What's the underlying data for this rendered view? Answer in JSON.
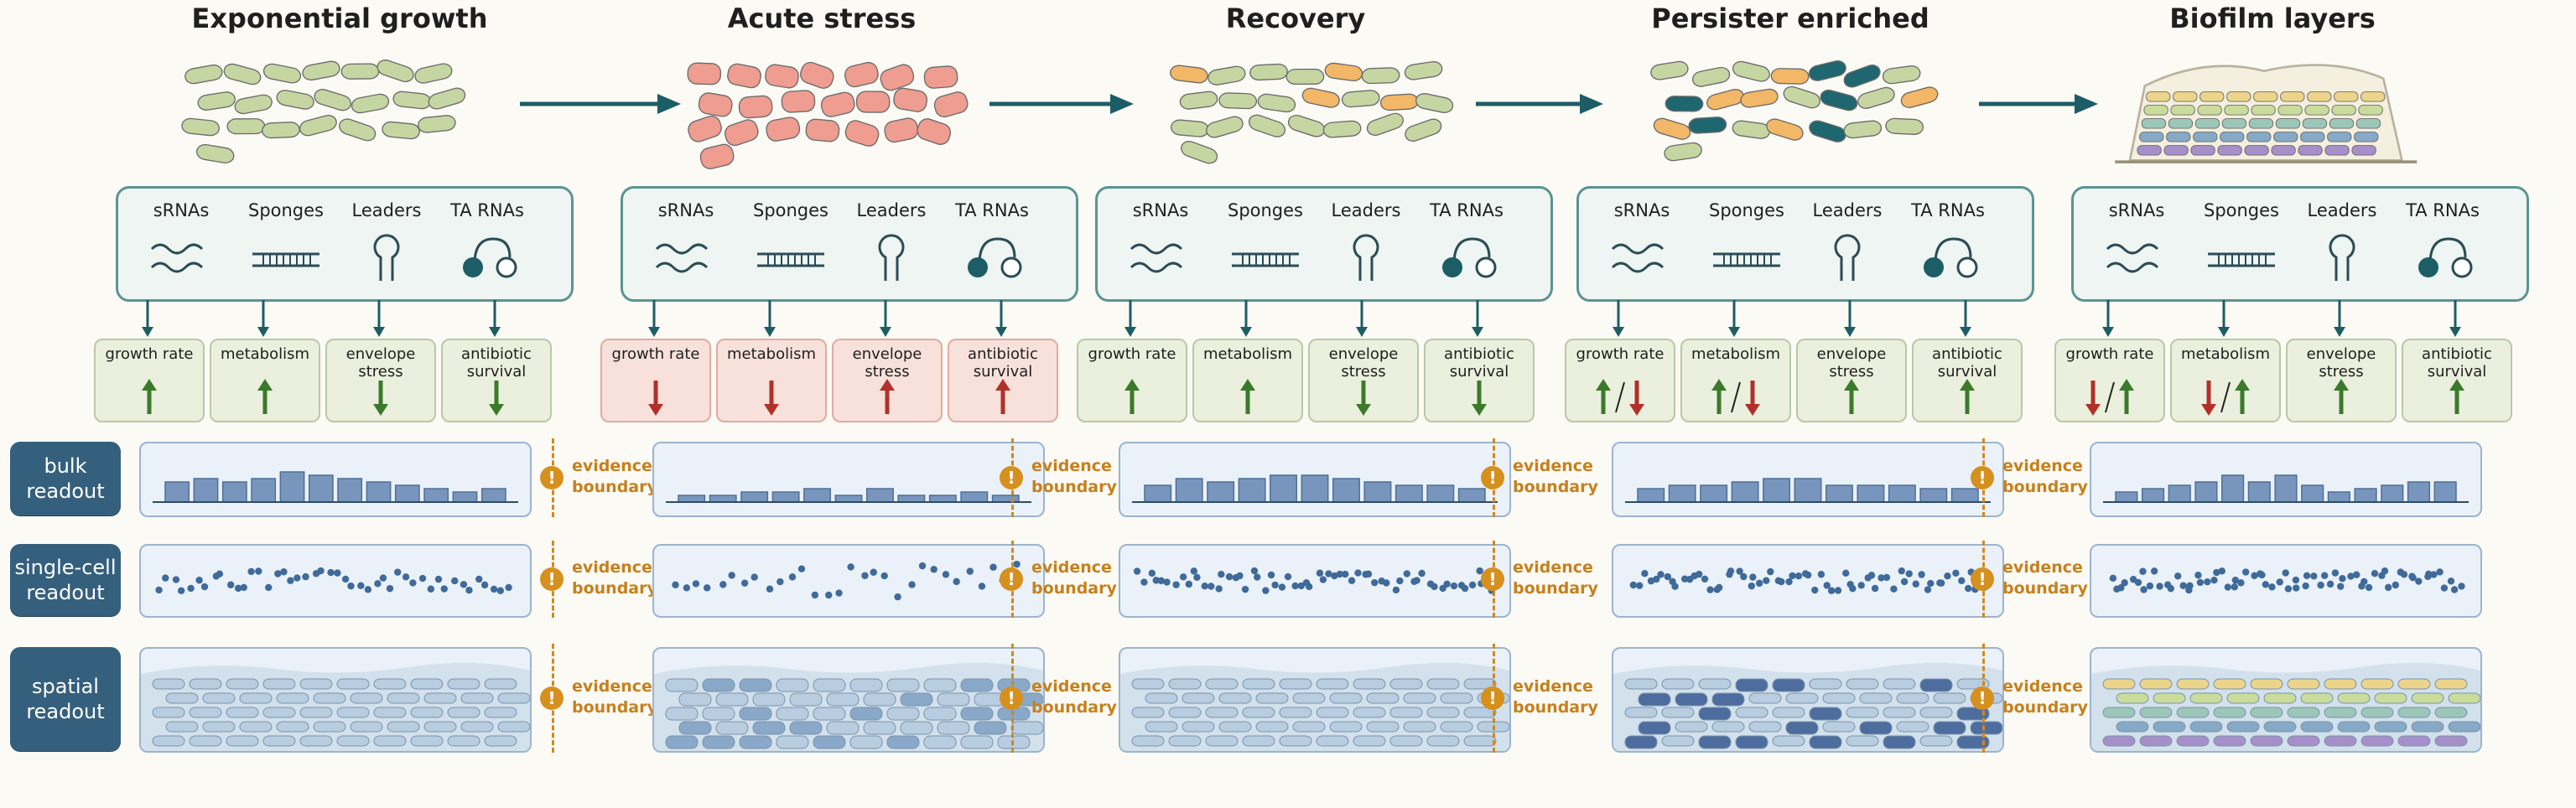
{
  "colors": {
    "teal": "#1d5d65",
    "green": "#3b7a2a",
    "red": "#b2302a",
    "orange": "#d6901e",
    "navy": "#35607d"
  },
  "rna_icons": [
    "wavy-lines-icon",
    "sponge-comb-icon",
    "hairpin-loop-icon",
    "toxin-antitoxin-icon"
  ],
  "rows": [
    {
      "key": "bulk",
      "label": "bulk readout"
    },
    {
      "key": "single",
      "label": "single-cell readout"
    },
    {
      "key": "spatial",
      "label": "spatial readout"
    }
  ],
  "evidence_label": "evidence boundary",
  "states": [
    {
      "title": "Exponential growth",
      "illustration": "green-rod-cells",
      "tint": "green",
      "rna": [
        "sRNAs",
        "Sponges",
        "Leaders",
        "TA RNAs"
      ],
      "tiles": [
        {
          "label": "growth rate",
          "arrows": [
            "up"
          ]
        },
        {
          "label": "metabolism",
          "arrows": [
            "up"
          ]
        },
        {
          "label": "envelope stress",
          "arrows": [
            "down"
          ]
        },
        {
          "label": "antibiotic survival",
          "arrows": [
            "down"
          ]
        }
      ],
      "bulk_levels": [
        3,
        3.5,
        3,
        3.5,
        4.5,
        4,
        3.5,
        3,
        2.5,
        2,
        1.5,
        2
      ],
      "spatial": "uniform-blue-rods"
    },
    {
      "title": "Acute stress",
      "illustration": "red-swollen-cells",
      "tint": "red",
      "rna": [
        "sRNAs",
        "Sponges",
        "Leaders",
        "TA RNAs"
      ],
      "tiles": [
        {
          "label": "growth rate",
          "arrows": [
            "down"
          ]
        },
        {
          "label": "metabolism",
          "arrows": [
            "down"
          ]
        },
        {
          "label": "envelope stress",
          "arrows": [
            "up"
          ]
        },
        {
          "label": "antibiotic survival",
          "arrows": [
            "up"
          ]
        }
      ],
      "bulk_levels": [
        1,
        1,
        1.5,
        1.5,
        2,
        1,
        2,
        1,
        1,
        1.5,
        1
      ],
      "spatial": "larger-blue-cells"
    },
    {
      "title": "Recovery",
      "illustration": "mixed-green-orange-cells",
      "tint": "green",
      "rna": [
        "sRNAs",
        "Sponges",
        "Leaders",
        "TA RNAs"
      ],
      "tiles": [
        {
          "label": "growth rate",
          "arrows": [
            "up"
          ]
        },
        {
          "label": "metabolism",
          "arrows": [
            "up"
          ]
        },
        {
          "label": "envelope stress",
          "arrows": [
            "down"
          ]
        },
        {
          "label": "antibiotic survival",
          "arrows": [
            "down"
          ]
        }
      ],
      "bulk_levels": [
        2.5,
        3.5,
        3,
        3.5,
        4,
        4,
        3.5,
        3,
        2.5,
        2.5,
        2
      ],
      "spatial": "uniform-blue-rods"
    },
    {
      "title": "Persister enriched",
      "illustration": "mixed-green-orange-teal-cells",
      "tint": "green",
      "rna": [
        "sRNAs",
        "Sponges",
        "Leaders",
        "TA RNAs"
      ],
      "tiles": [
        {
          "label": "growth rate",
          "arrows": [
            "up",
            "down"
          ]
        },
        {
          "label": "metabolism",
          "arrows": [
            "up",
            "down"
          ]
        },
        {
          "label": "envelope stress",
          "arrows": [
            "up"
          ]
        },
        {
          "label": "antibiotic survival",
          "arrows": [
            "up"
          ]
        }
      ],
      "bulk_levels": [
        2,
        2.5,
        2.5,
        3,
        3.5,
        3.5,
        2.5,
        2.5,
        2.5,
        2,
        2
      ],
      "spatial": "dark-persister-cells"
    },
    {
      "title": "Biofilm layers",
      "illustration": "layered-biofilm",
      "tint": "green",
      "rna": [
        "sRNAs",
        "Sponges",
        "Leaders",
        "TA RNAs"
      ],
      "tiles": [
        {
          "label": "growth rate",
          "arrows": [
            "down",
            "up"
          ]
        },
        {
          "label": "metabolism",
          "arrows": [
            "down",
            "up"
          ]
        },
        {
          "label": "envelope stress",
          "arrows": [
            "up"
          ]
        },
        {
          "label": "antibiotic survival",
          "arrows": [
            "up"
          ]
        }
      ],
      "bulk_levels": [
        1.5,
        2,
        2.5,
        3,
        4,
        3,
        4,
        2.5,
        1.5,
        2,
        2.5,
        3,
        3
      ],
      "spatial": "colored-layers"
    }
  ]
}
